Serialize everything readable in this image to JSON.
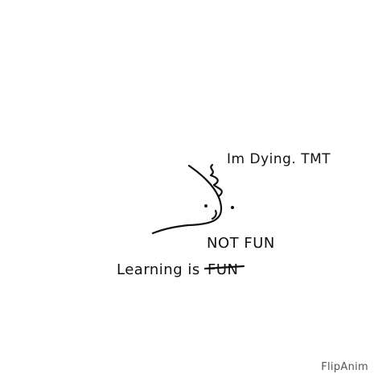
{
  "doodle": {
    "thought_text": "Im Dying. TMT",
    "caption_prefix": "Learning is",
    "caption_struck": "FUN",
    "correction": "NOT FUN"
  },
  "watermark": {
    "label": "FlipAnim"
  },
  "colors": {
    "ink": "#111111",
    "background": "#ffffff",
    "watermark": "#555555"
  }
}
